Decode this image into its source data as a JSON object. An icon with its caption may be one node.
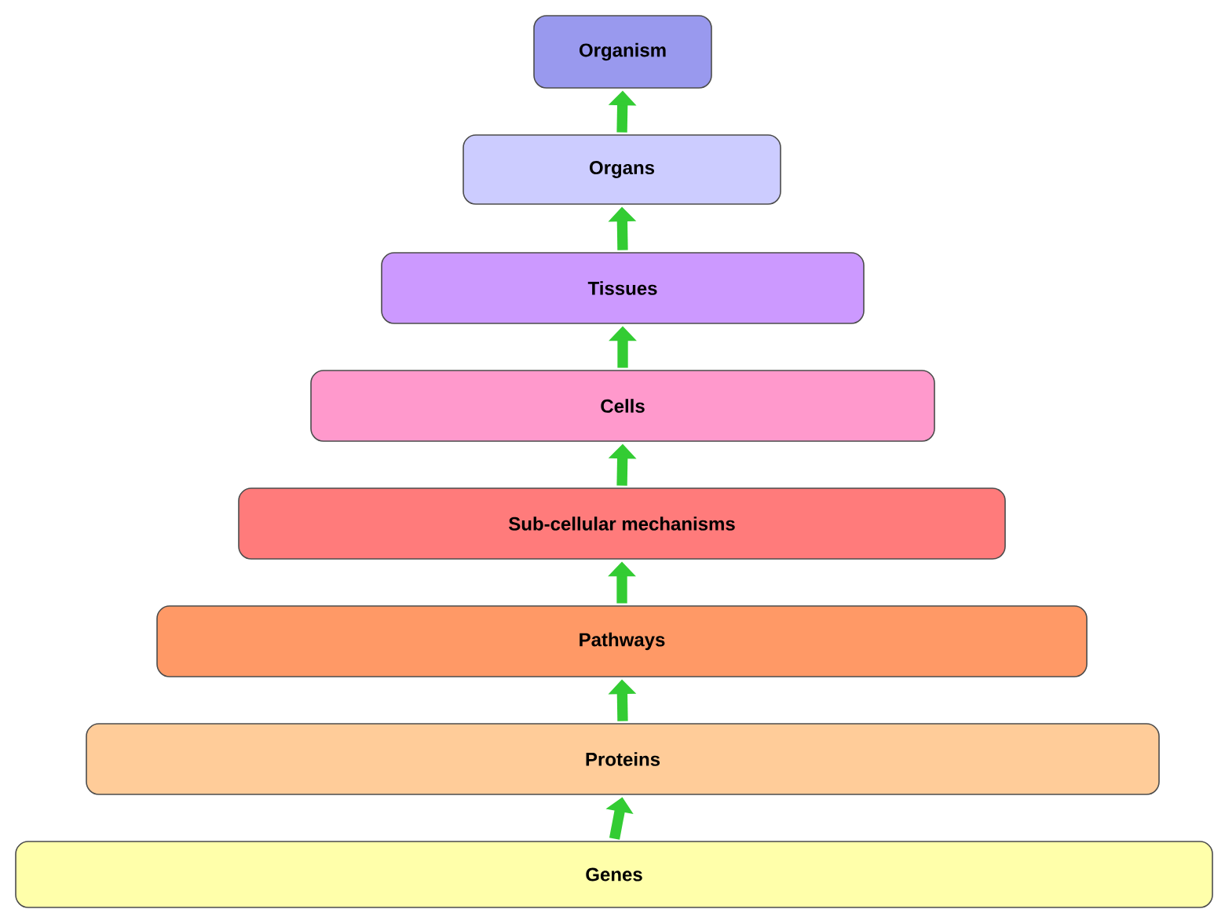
{
  "diagram": {
    "nodes": [
      {
        "text": [
          "Organism"
        ]
      },
      {
        "text": [
          "Organs"
        ]
      },
      {
        "text": [
          "Tissues"
        ]
      },
      {
        "text": [
          "Cells"
        ]
      },
      {
        "text": [
          "Sub-cellular mechanisms"
        ]
      },
      {
        "text": [
          "Pathways"
        ]
      },
      {
        "text": [
          "Proteins"
        ]
      },
      {
        "text": [
          "Genes"
        ]
      }
    ],
    "edges": [
      {
        "from": 1,
        "to": 0,
        "arrow": "to"
      },
      {
        "from": 2,
        "to": 1,
        "arrow": "to"
      },
      {
        "from": 3,
        "to": 2,
        "arrow": "to"
      },
      {
        "from": 4,
        "to": 3,
        "arrow": "to"
      },
      {
        "from": 5,
        "to": 4,
        "arrow": "to"
      },
      {
        "from": 6,
        "to": 5,
        "arrow": "to"
      },
      {
        "from": 7,
        "to": 6,
        "arrow": "to"
      }
    ]
  }
}
